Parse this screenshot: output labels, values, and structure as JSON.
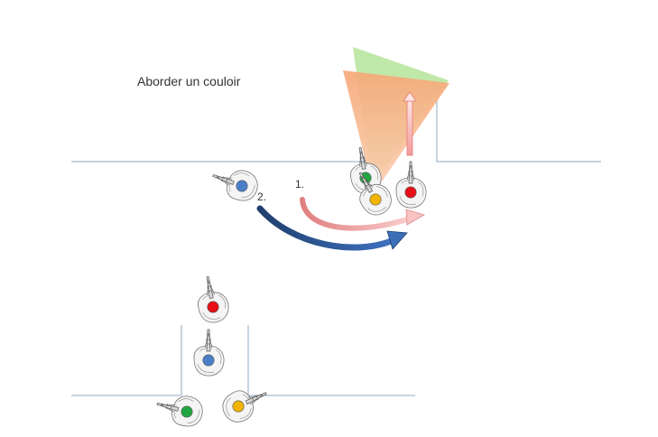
{
  "title": "Aborder un couloir",
  "steps": {
    "first": "1.",
    "second": "2."
  },
  "colors": {
    "wall": "#8fa9bf",
    "blue": "#4a7fc8",
    "green": "#22a642",
    "yellow": "#f0b400",
    "red": "#e80f17",
    "arrow_dark": "#2a5590",
    "arrow_light": "#f6a9a9",
    "cone_orange": "#f7b48a",
    "cone_green": "#b9e6a0"
  },
  "icons": [
    "soldier-icon",
    "rifle-icon",
    "field-of-view-cone",
    "movement-arrow"
  ]
}
